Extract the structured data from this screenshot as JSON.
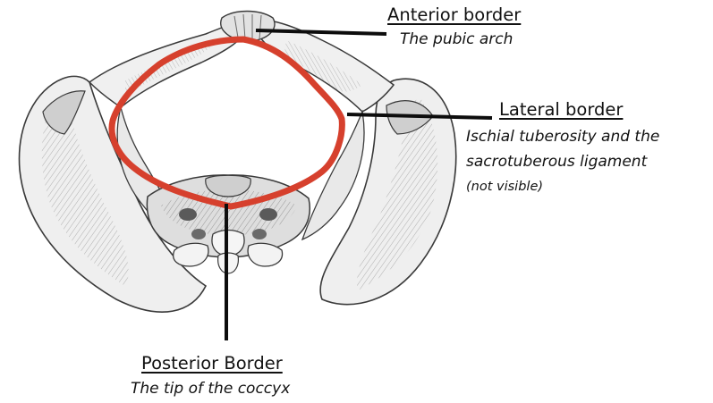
{
  "labels": {
    "anterior": {
      "title": "Anterior border",
      "subtitle": "The pubic arch"
    },
    "lateral": {
      "title": "Lateral border",
      "subtitle_line1": "Ischial tuberosity and the",
      "subtitle_line2": "sacrotuberous ligament",
      "note": "(not visible)"
    },
    "posterior": {
      "title": "Posterior Border",
      "subtitle": "The tip of the coccyx"
    }
  },
  "colors": {
    "outline": "#d6402d",
    "leader": "#0d0d0d",
    "bone_fill": "#f1f1f1",
    "bone_shade": "#bdbdbd",
    "bone_stroke": "#3a3a3a"
  }
}
